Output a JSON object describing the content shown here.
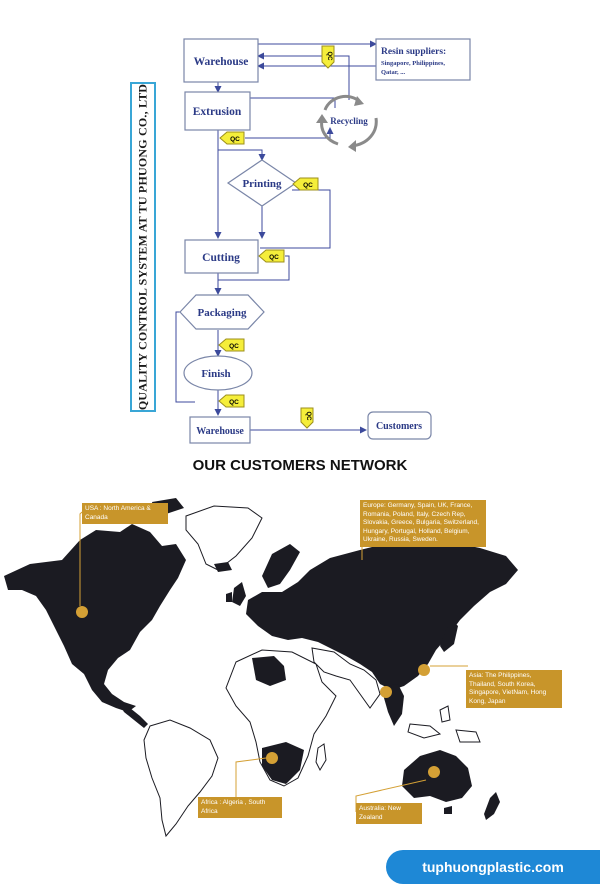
{
  "flow": {
    "title": "QUALITY CONTROL SYSTEM AT TU PHUONG CO., LTD",
    "warehouse_top": "Warehouse",
    "resin_title": "Resin suppliers:",
    "resin_sub1": "Singapore, Philippines,",
    "resin_sub2": "Qatar, ...",
    "extrusion": "Extrusion",
    "recycling": "Recycling",
    "printing": "Printing",
    "cutting": "Cutting",
    "packaging": "Packaging",
    "finish": "Finish",
    "warehouse_bottom": "Warehouse",
    "customers": "Customers",
    "qc": "QC"
  },
  "network": {
    "title": "OUR CUSTOMERS NETWORK",
    "usa": "USA : North America & Canada",
    "europe": "Europe: Germany, Spain, UK, France, Romania, Poland, Italy, Czech Rep, Slovakia, Greece, Bulgaria, Switzerland, Hungary, Portugal, Holland, Belgium, Ukraine, Russia, Sweden.",
    "asia": "Asia: The Philippines, Thailand, South Korea, Singapore, VietNam, Hong Kong, Japan",
    "africa": "Africa : Algeria , South Africa",
    "australia": "Australia: New Zealand"
  },
  "footer": {
    "website": "tuphuongplastic.com"
  },
  "colors": {
    "box_border": "#7a86a8",
    "box_text": "#2b3a86",
    "arrow": "#3c4a9c",
    "qc_fill": "#f5ee3a",
    "qc_border": "#9c8f1c",
    "title_border": "#39a6d6",
    "map_fill": "#1b1b22",
    "map_highlight": "#d4a035",
    "label_bg": "#c8952a",
    "footer_bg": "#1e88d6"
  }
}
